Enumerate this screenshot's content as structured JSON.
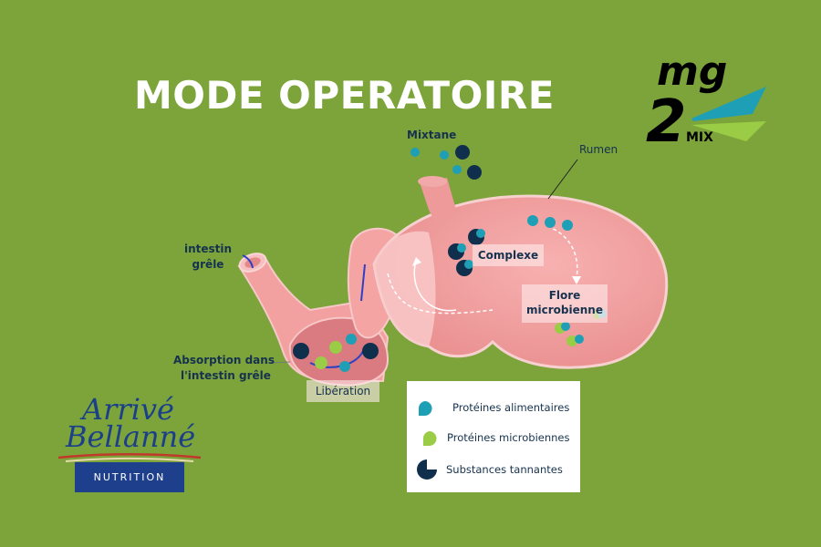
{
  "title": "MODE OPERATOIRE",
  "colors": {
    "background": "#7ca43a",
    "title": "#ffffff",
    "stomach_pink": "#f2a3a3",
    "teal_protein": "#1f9fb5",
    "green_protein": "#9acd45",
    "dark_tannin": "#0f2f4d",
    "label_text": "#16324f",
    "brand_blue": "#1d3f8c"
  },
  "logo_mg2mix": {
    "line1": "mg",
    "line2": "2",
    "line3": "MIX"
  },
  "diagram": {
    "labels": {
      "mixtane": "Mixtane",
      "rumen": "Rumen",
      "intestin_grele_line1": "intestin",
      "intestin_grele_line2": "grêle",
      "complexe": "Complexe",
      "flore_line1": "Flore",
      "flore_line2": "microbienne",
      "absorption_line1": "Absorption dans",
      "absorption_line2": "l'intestin grêle",
      "liberation": "Libération"
    }
  },
  "legend": {
    "items": [
      {
        "label": "Protéines alimentaires",
        "icon": "teal-drop-icon"
      },
      {
        "label": "Protéines microbiennes",
        "icon": "green-drop-icon"
      },
      {
        "label": "Substances tannantes",
        "icon": "tannin-pie-icon"
      }
    ]
  },
  "brand_logo": {
    "line1": "Arrivé",
    "line2": "Bellanné",
    "tagline": "NUTRITION"
  }
}
